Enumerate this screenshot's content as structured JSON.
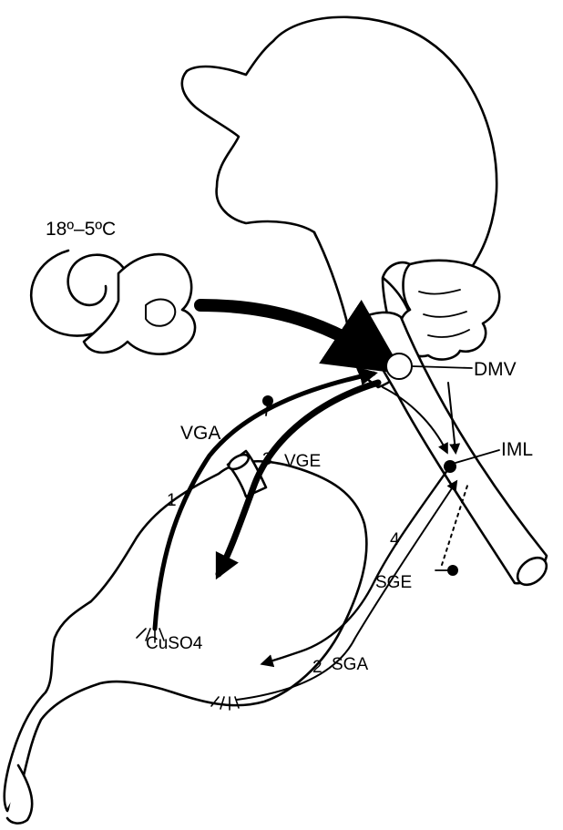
{
  "labels": {
    "temperature": "18º–5ºC",
    "dmv": "DMV",
    "iml": "IML",
    "vga": "VGA",
    "vge": "VGE",
    "sge": "SGE",
    "sga": "SGA",
    "cuso4": "CuSO4",
    "path_1": "1",
    "path_2": "2",
    "path_3": "3",
    "path_4": "4"
  }
}
